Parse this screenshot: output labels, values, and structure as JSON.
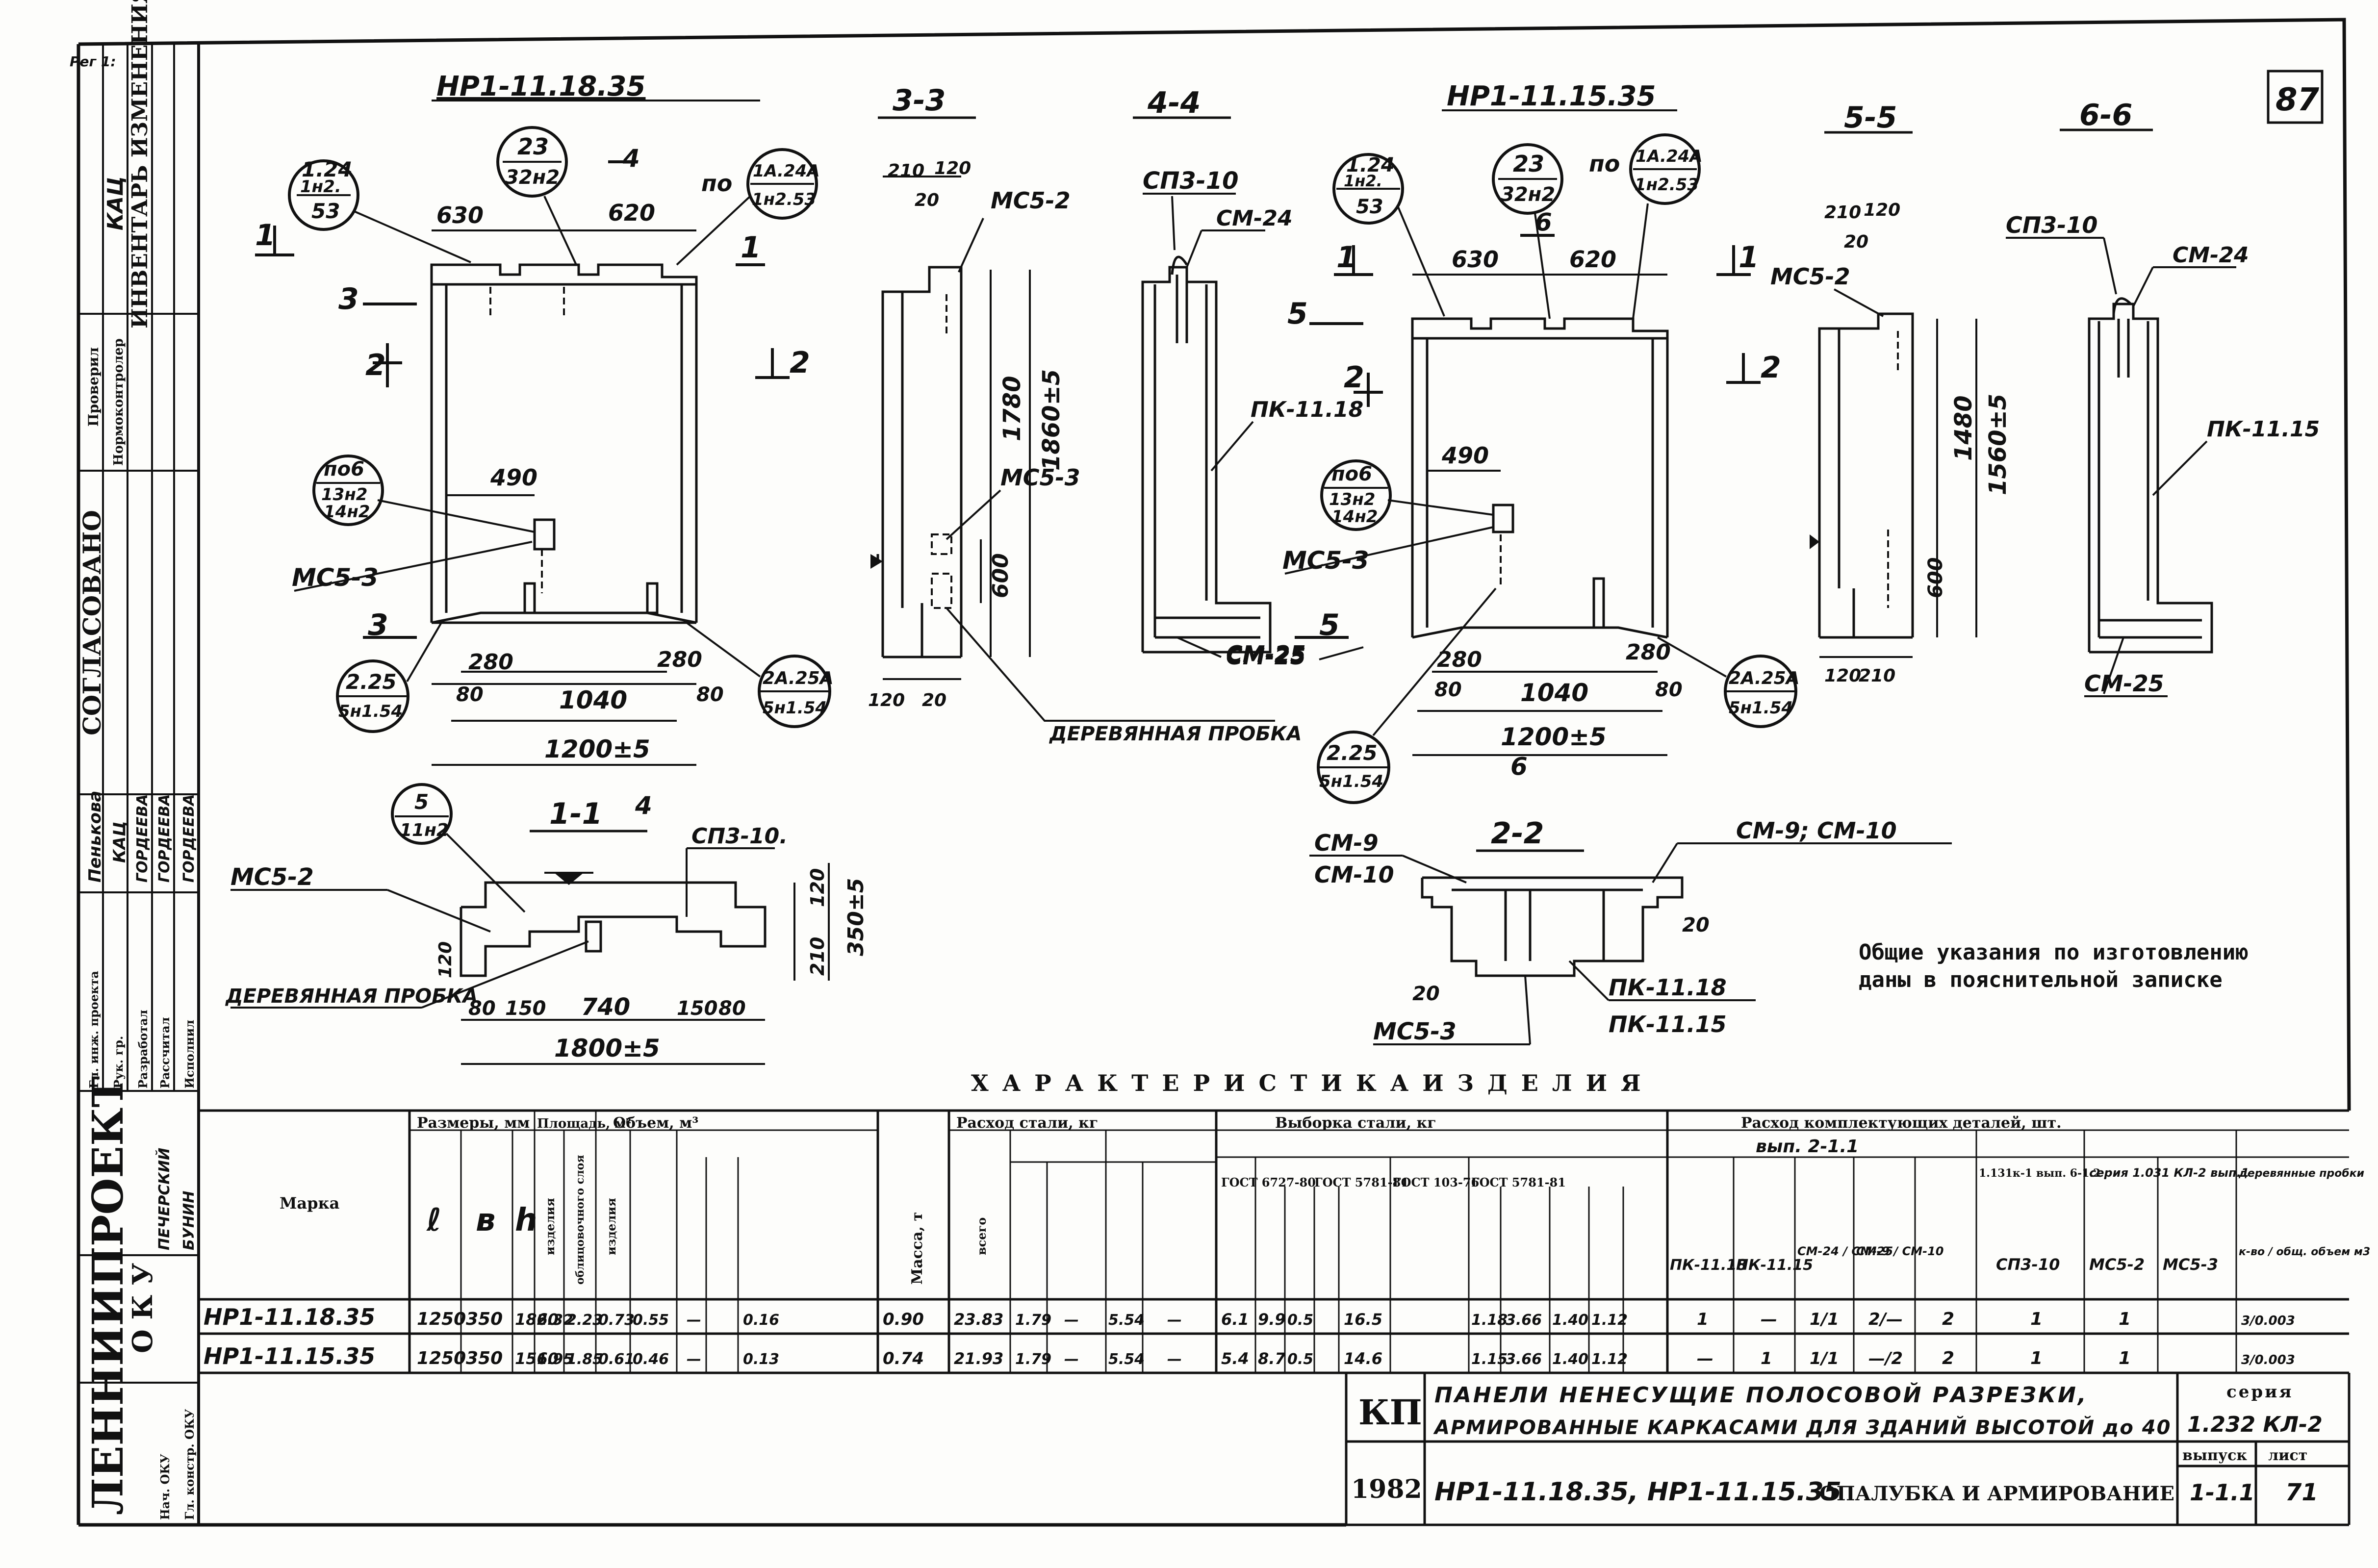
{
  "sheet": {
    "corner_mark": "Рег 1:",
    "page_number": "87",
    "organization": "ЛЕННИИПРОЕКТ",
    "dept": "О К У"
  },
  "views": {
    "front_1835_title": "НР1-11.18.35",
    "front_1535_title": "НР1-11.15.35",
    "sec33": "3-3",
    "sec44": "4-4",
    "sec55": "5-5",
    "sec66": "6-6",
    "sec11": "1-1",
    "sec22": "2-2"
  },
  "callouts": {
    "c1": [
      "1.24",
      "1н2.",
      "53"
    ],
    "c2": [
      "23",
      "32н2"
    ],
    "c3": [
      "1А.24А",
      "1н2.53"
    ],
    "c4": [
      "по6",
      "13н2",
      "14н2"
    ],
    "c5": [
      "2.25",
      "5н1.54"
    ],
    "c6": [
      "2А.25А",
      "5н1.54"
    ],
    "c7": [
      "5",
      "11н2"
    ],
    "po": "по"
  },
  "labels": {
    "ms53": "МС5-3",
    "ms52": "МС5-2",
    "ms52b": "МС5-2",
    "ms53b": "МС5-3",
    "sp310": "СП3-10",
    "sm24": "СМ-24",
    "pk1118": "ПК-11.18",
    "pk1115": "ПК-11.15",
    "sm25": "СМ-25",
    "wood": "ДЕРЕВЯННАЯ ПРОБКА",
    "sm9": "СМ-9",
    "sm10": "СМ-10",
    "sm9sm10": "СМ-9; СМ-10",
    "sp310b": "СП3-10."
  },
  "dims": {
    "d630": "630",
    "d620": "620",
    "d490": "490",
    "d280": "280",
    "d80": "80",
    "d1040": "1040",
    "d1200": "1200±5",
    "d1800": "1800±5",
    "d1860": "1860±5",
    "d1780": "1780",
    "d1560": "1560±5",
    "d1480": "1480",
    "d600": "600",
    "d350": "350±5",
    "d150": "150",
    "d740": "740",
    "d210": "210",
    "d120": "120",
    "d20": "20"
  },
  "general_notes": [
    "Общие указания по изготовлению",
    "даны в пояснительной записке"
  ],
  "table": {
    "title": "Х А Р А К Т Е Р И С Т И К А     И З Д Е Л И Я",
    "headers": {
      "mark": "Марка",
      "sizes": "Размеры, мм",
      "area": "Площадь, м²",
      "volume": "Объем, м³",
      "mass": "Масса, т",
      "steel": "Расход стали, кг",
      "steel_select": "Выборка стали, кг",
      "components": "Расход комплектующих деталей, шт."
    },
    "subheaders": [
      "ℓ",
      "в",
      "h",
      "изделия",
      "облицовочного слоя",
      "изделия",
      "всего",
      "ГОСТ 6727-80",
      "ГОСТ 5781-81",
      "ГОСТ 103-76",
      "ГОСТ 5781-81",
      "вып. 2-1.1",
      "1.131к-1 вып. 6-1.2",
      "серия 1.031 КЛ-2 вып.1",
      "деревянные пробки"
    ],
    "comp_cols": [
      "ПК-11.18",
      "ПК-11.15",
      "СМ-24 / СМ-25",
      "СМ-9 / СМ-10",
      "СП3-10",
      "МС5-2",
      "МС5-3",
      "к-во / общ. объем м3"
    ],
    "rows": [
      {
        "mark": "НР1-11.18.35",
        "l": "1250",
        "b": "350",
        "h": "1860",
        "a1": "2.32",
        "a2": "2.23",
        "v1": "0.73",
        "v2": "0.55",
        "v3": "—",
        "v4": "0.16",
        "mass": "0.90",
        "total": "23.83",
        "s1": "1.79",
        "s2": "—",
        "s3": "5.54",
        "s4": "—",
        "g1": "6.1",
        "g2": "9.9",
        "g3": "0.5",
        "g4": "16.5",
        "z1": "1.18",
        "z2": "3.66",
        "z3": "1.40",
        "z4": "1.12",
        "k1": "1",
        "k2": "—",
        "k3": "1/1",
        "k4": "2/—",
        "k5": "2",
        "k6": "1",
        "k7": "1",
        "k8": "3/0.003"
      },
      {
        "mark": "НР1-11.15.35",
        "l": "1250",
        "b": "350",
        "h": "1560",
        "a1": "1.95",
        "a2": "1.85",
        "v1": "0.61",
        "v2": "0.46",
        "v3": "—",
        "v4": "0.13",
        "mass": "0.74",
        "total": "21.93",
        "s1": "1.79",
        "s2": "—",
        "s3": "5.54",
        "s4": "—",
        "g1": "5.4",
        "g2": "8.7",
        "g3": "0.5",
        "g4": "14.6",
        "z1": "1.15",
        "z2": "3.66",
        "z3": "1.40",
        "z4": "1.12",
        "k1": "—",
        "k2": "1",
        "k3": "1/1",
        "k4": "—/2",
        "k5": "2",
        "k6": "1",
        "k7": "1",
        "k8": "3/0.003"
      }
    ]
  },
  "title_block": {
    "code": "КП",
    "year": "1982",
    "desc1": "ПАНЕЛИ НЕНЕСУЩИЕ ПОЛОСОВОЙ РАЗРЕЗКИ,",
    "desc2": "АРМИРОВАННЫЕ КАРКАСАМИ ДЛЯ ЗДАНИЙ ВЫСОТОЙ до 40",
    "marks": "НР1-11.18.35, НР1-11.15.35",
    "subtitle": "ОПАЛУБКА И АРМИРОВАНИЕ",
    "series_label": "серия",
    "series": "1.232 КЛ-2",
    "issue_label": "выпуск",
    "issue": "1-1.1",
    "sheet_label": "лист",
    "sheet": "71"
  },
  "left_strip": {
    "agreed": "СОГЛАСОВАНО",
    "changes": "ИНВЕНТАРЬ ИЗМЕНЕНИЯ",
    "roles": [
      "Гл. инж. проекта",
      "Рук. гр.",
      "Разработал",
      "Рассчитал",
      "Исполнил",
      "Нач. ОКУ",
      "Гл. констр. ОКУ"
    ],
    "names": [
      "Пенькова",
      "КАЦ",
      "ГОРДЕЕВА",
      "ГОРДЕЕВА",
      "ГОРДЕЕВА",
      "ПЕЧЕРСКИЙ",
      "БУНИН"
    ],
    "checked": "Проверил",
    "normcontrol": "Нормоконтролер",
    "kac": "КАЦ"
  }
}
